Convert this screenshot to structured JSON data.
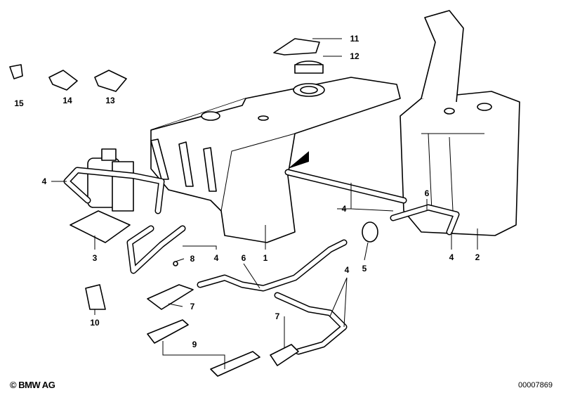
{
  "callouts": {
    "c11": "11",
    "c12": "12",
    "c15": "15",
    "c14": "14",
    "c13": "13",
    "c4a": "4",
    "c3": "3",
    "c4b": "4",
    "c6a": "6",
    "c4c": "4",
    "c2": "2",
    "c1": "1",
    "c5": "5",
    "c8": "8",
    "c4d": "4",
    "c6b": "6",
    "c4e": "4",
    "c7a": "7",
    "c10": "10",
    "c9": "9",
    "c7b": "7"
  },
  "footer": {
    "copyright": "© BMW AG",
    "diagram_number": "00007869"
  }
}
